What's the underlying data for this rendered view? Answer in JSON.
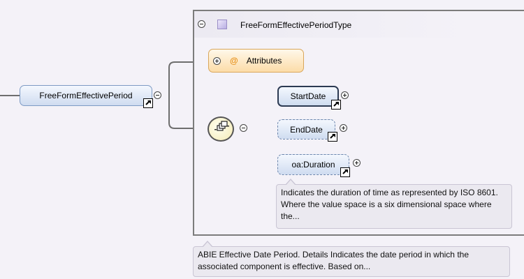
{
  "complex_type": {
    "name": "FreeFormEffectivePeriodType"
  },
  "root_element": {
    "label": "FreeFormEffectivePeriod",
    "documentation": "ABIE Effective Date Period. Details Indicates the date period in which the associated component is effective. Based on..."
  },
  "attributes": {
    "label": "Attributes",
    "symbol": "@"
  },
  "sequence": {
    "icon": "sequence-icon",
    "children": [
      {
        "label": "StartDate",
        "occurrence": "required"
      },
      {
        "label": "EndDate",
        "occurrence": "optional"
      },
      {
        "label": "oa:Duration",
        "occurrence": "optional",
        "documentation": "Indicates the duration of time as represented by ISO 8601. Where the value space is a six dimensional space where the..."
      }
    ]
  },
  "colors": {
    "element_fill": "#cfdcf0",
    "attribute_fill": "#fcdca8",
    "type_icon_fill": "#b9aee2",
    "canvas": "#f4f2f8"
  }
}
